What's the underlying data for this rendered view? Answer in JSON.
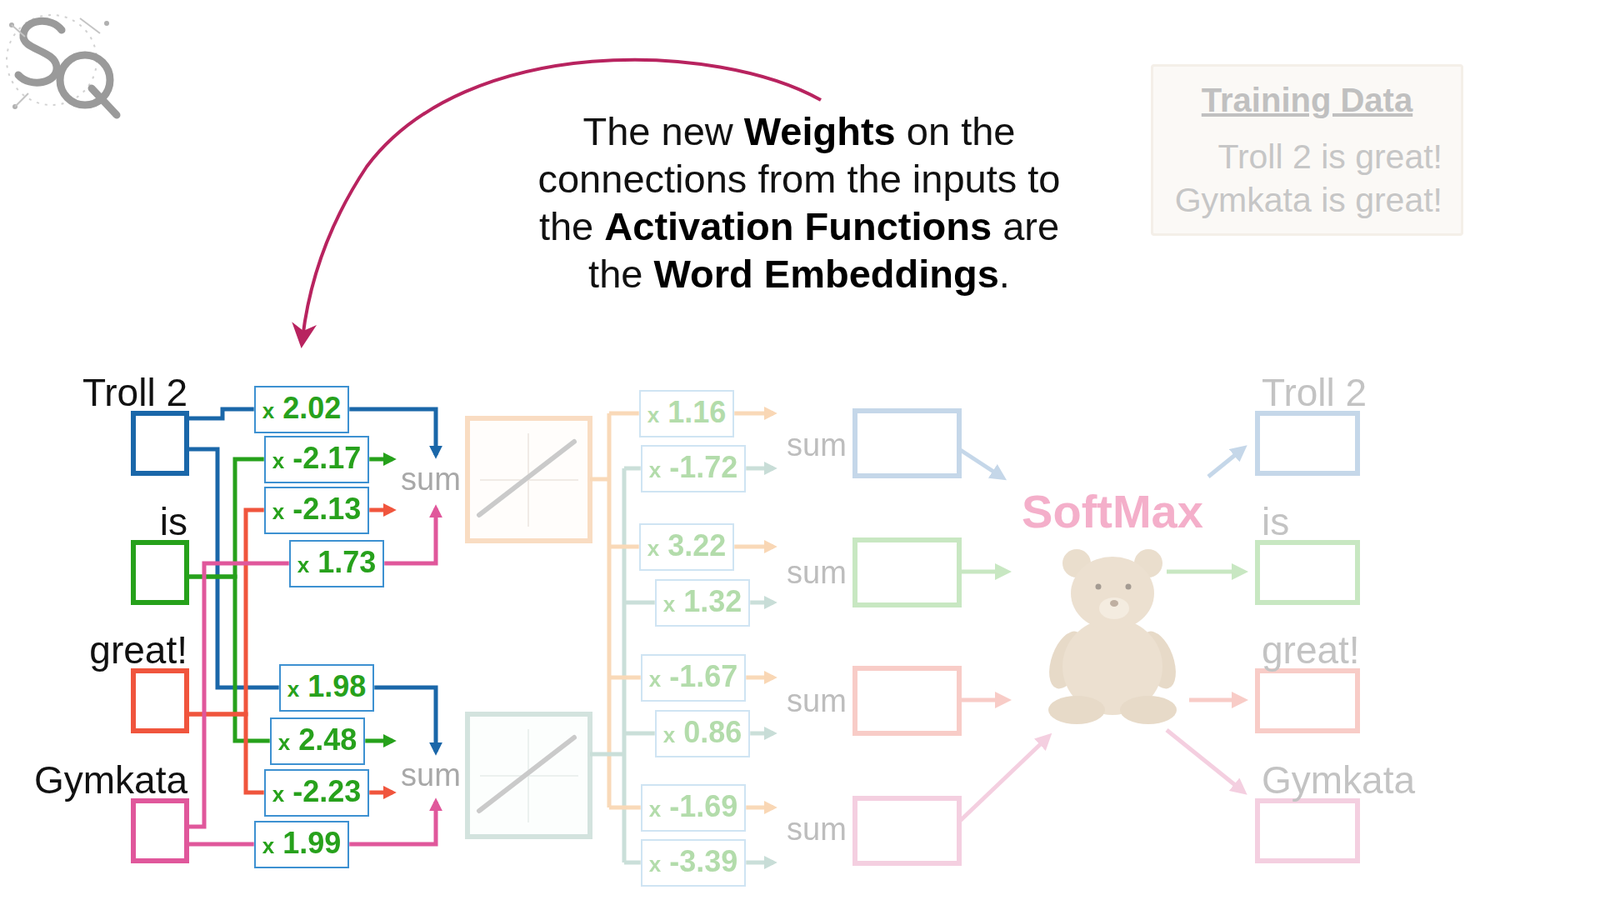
{
  "diagram": {
    "nodes": [
      {
        "text": [
          "Training Data",
          "Troll 2 is great!",
          "Gymkata is great!"
        ]
      },
      {
        "text": [
          "Troll 2"
        ]
      },
      {
        "text": [
          "is"
        ]
      },
      {
        "text": [
          "great!"
        ]
      },
      {
        "text": [
          "Gymkata"
        ]
      },
      {
        "text": [
          "x 2.02"
        ]
      },
      {
        "text": [
          "x -2.17"
        ]
      },
      {
        "text": [
          "x -2.13"
        ]
      },
      {
        "text": [
          "x 1.73"
        ]
      },
      {
        "text": [
          "x 1.98"
        ]
      },
      {
        "text": [
          "x 2.48"
        ]
      },
      {
        "text": [
          "x -2.23"
        ]
      },
      {
        "text": [
          "x 1.99"
        ]
      },
      {
        "text": [
          "x 1.16"
        ]
      },
      {
        "text": [
          "x -1.72"
        ]
      },
      {
        "text": [
          "x 3.22"
        ]
      },
      {
        "text": [
          "x 1.32"
        ]
      },
      {
        "text": [
          "x -1.67"
        ]
      },
      {
        "text": [
          "x 0.86"
        ]
      },
      {
        "text": [
          "x -1.69"
        ]
      },
      {
        "text": [
          "x -3.39"
        ]
      },
      {
        "text": [
          "Troll 2"
        ]
      },
      {
        "text": [
          "is"
        ]
      },
      {
        "text": [
          "great!"
        ]
      },
      {
        "text": [
          "Gymkata"
        ]
      }
    ],
    "edges": [
      {
        "from": 1,
        "to": 5,
        "arrow": "none"
      },
      {
        "from": 1,
        "to": 9,
        "arrow": "none"
      },
      {
        "from": 2,
        "to": 6,
        "arrow": "none"
      },
      {
        "from": 2,
        "to": 10,
        "arrow": "none"
      },
      {
        "from": 3,
        "to": 7,
        "arrow": "none"
      },
      {
        "from": 3,
        "to": 11,
        "arrow": "none"
      },
      {
        "from": 4,
        "to": 8,
        "arrow": "none"
      },
      {
        "from": 4,
        "to": 12,
        "arrow": "none"
      }
    ],
    "labels": [
      "The new Weights on the connections from the inputs to the Activation Functions are the Word Embeddings.",
      "sum",
      "sum",
      "sum",
      "sum",
      "sum",
      "sum",
      "SoftMax"
    ]
  }
}
